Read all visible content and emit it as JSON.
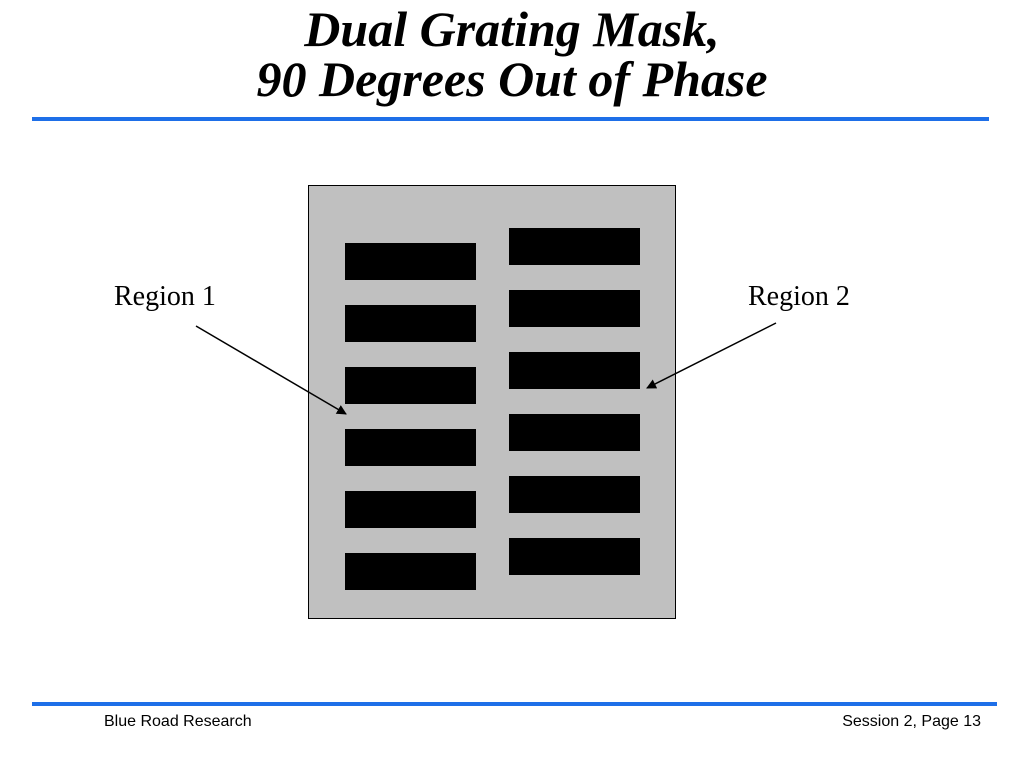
{
  "title": {
    "line1": "Dual Grating Mask,",
    "line2": "90 Degrees Out of Phase"
  },
  "diagram": {
    "mask_color": "#c0c0c0",
    "bar_color": "#000000",
    "region1": {
      "label": "Region 1",
      "bar_count": 6
    },
    "region2": {
      "label": "Region 2",
      "bar_count": 6
    }
  },
  "colors": {
    "accent_rule": "#1e6fe8"
  },
  "footer": {
    "left": "Blue Road Research",
    "right": "Session 2, Page 13"
  }
}
